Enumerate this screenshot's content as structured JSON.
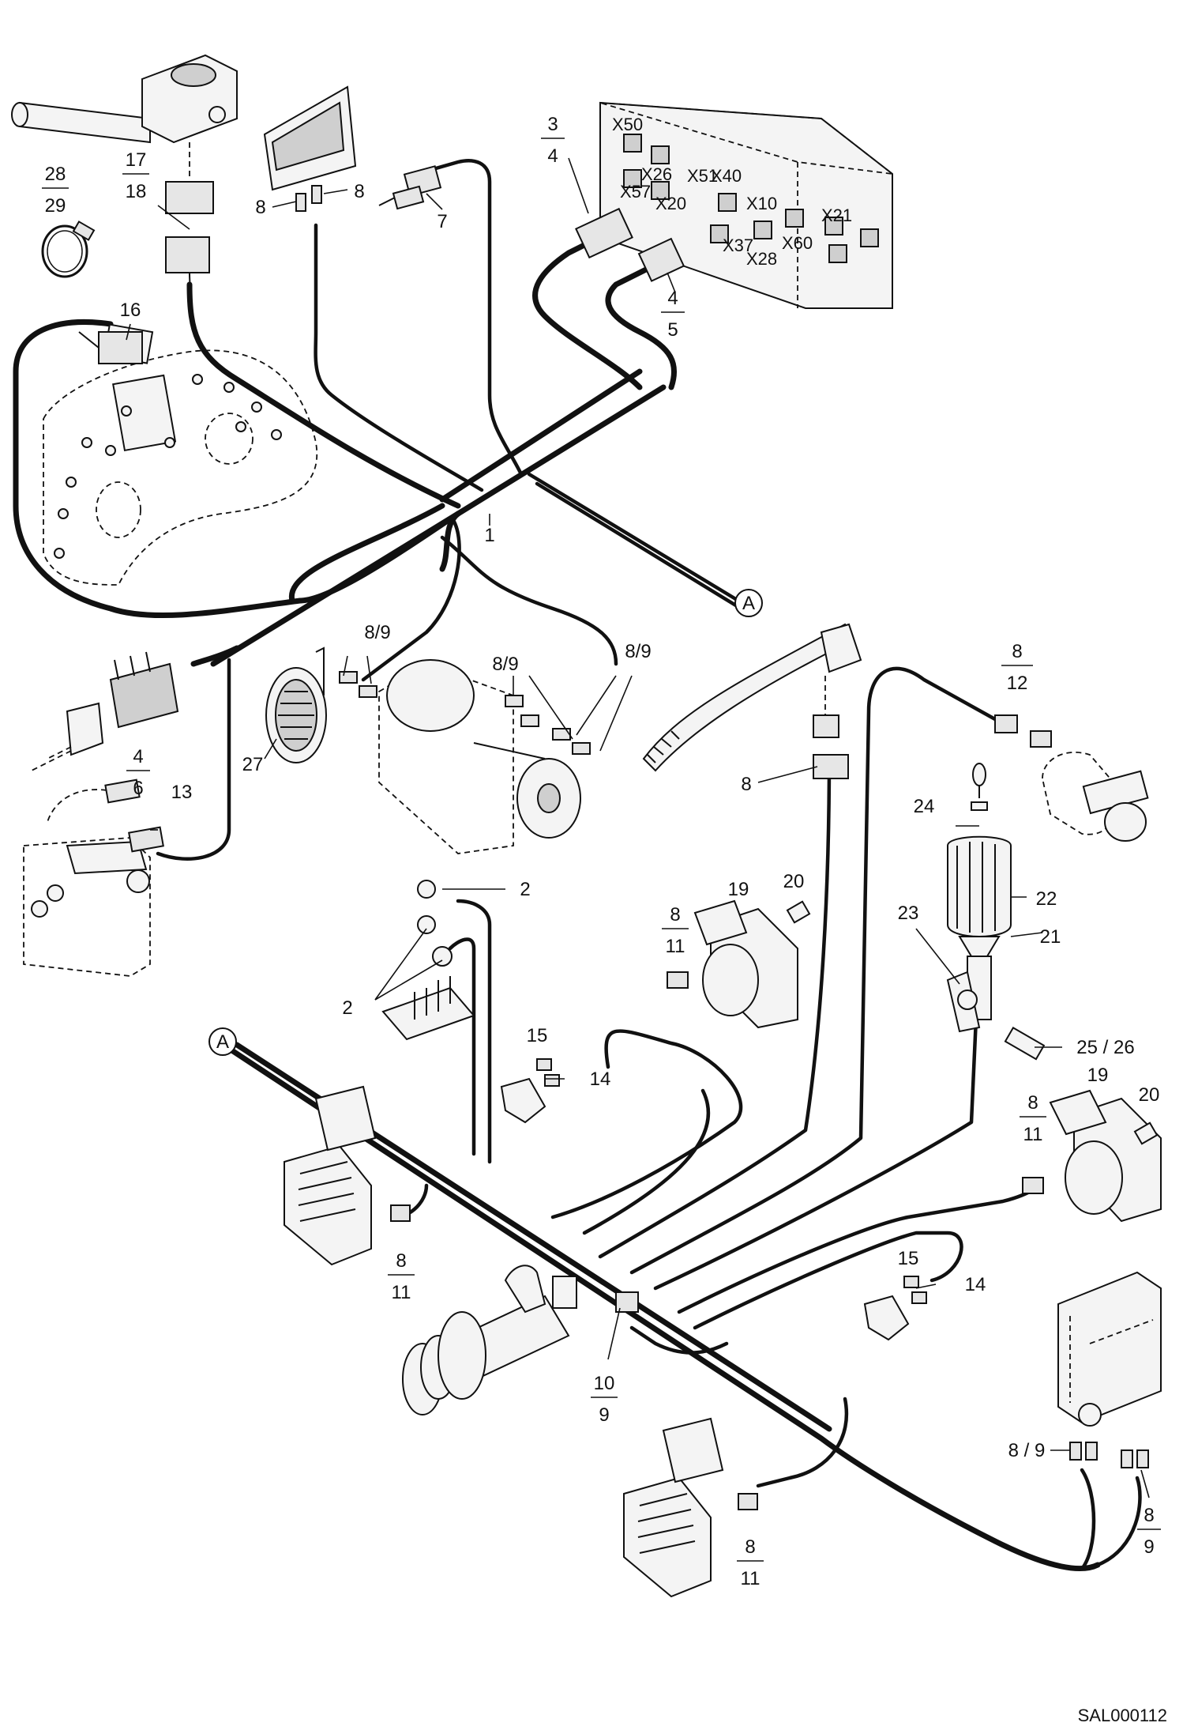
{
  "diagram": {
    "document_id": "SAL000112",
    "junction_label": "A",
    "callouts": [
      {
        "id": "c1",
        "text": "1"
      },
      {
        "id": "c3-4-top",
        "text": "3"
      },
      {
        "id": "c3-4-bot",
        "text": "4"
      },
      {
        "id": "c4-5-top",
        "text": "4"
      },
      {
        "id": "c4-5-bot",
        "text": "5"
      },
      {
        "id": "c4-6-top",
        "text": "4"
      },
      {
        "id": "c4-6-bot",
        "text": "6"
      },
      {
        "id": "c7",
        "text": "7"
      },
      {
        "id": "c8-left",
        "text": "8"
      },
      {
        "id": "c8-right",
        "text": "8"
      },
      {
        "id": "c8-lever",
        "text": "8"
      },
      {
        "id": "c8-12-top",
        "text": "8"
      },
      {
        "id": "c8-12-bot",
        "text": "12"
      },
      {
        "id": "c8-9-a",
        "text": "8/9"
      },
      {
        "id": "c8-9-b",
        "text": "8/9"
      },
      {
        "id": "c8-9-c",
        "text": "8/9"
      },
      {
        "id": "c8-11-a-top",
        "text": "8"
      },
      {
        "id": "c8-11-a-bot",
        "text": "11"
      },
      {
        "id": "c8-11-b-top",
        "text": "8"
      },
      {
        "id": "c8-11-b-bot",
        "text": "11"
      },
      {
        "id": "c8-11-c-top",
        "text": "8"
      },
      {
        "id": "c8-11-c-bot",
        "text": "11"
      },
      {
        "id": "c8-11-d-top",
        "text": "8"
      },
      {
        "id": "c8-11-d-bot",
        "text": "11"
      },
      {
        "id": "c8-9-tank",
        "text": "8 / 9"
      },
      {
        "id": "c8-9-br-top",
        "text": "8"
      },
      {
        "id": "c8-9-br-bot",
        "text": "9"
      },
      {
        "id": "c10-9-top",
        "text": "10"
      },
      {
        "id": "c10-9-bot",
        "text": "9"
      },
      {
        "id": "c13",
        "text": "13"
      },
      {
        "id": "c14-a",
        "text": "14"
      },
      {
        "id": "c14-b",
        "text": "14"
      },
      {
        "id": "c15-a",
        "text": "15"
      },
      {
        "id": "c15-b",
        "text": "15"
      },
      {
        "id": "c16",
        "text": "16"
      },
      {
        "id": "c17-18-top",
        "text": "17"
      },
      {
        "id": "c17-18-bot",
        "text": "18"
      },
      {
        "id": "c19-a",
        "text": "19"
      },
      {
        "id": "c19-b",
        "text": "19"
      },
      {
        "id": "c20-a",
        "text": "20"
      },
      {
        "id": "c20-b",
        "text": "20"
      },
      {
        "id": "c21",
        "text": "21"
      },
      {
        "id": "c22",
        "text": "22"
      },
      {
        "id": "c23",
        "text": "23"
      },
      {
        "id": "c24",
        "text": "24"
      },
      {
        "id": "c25-26",
        "text": "25  /  26"
      },
      {
        "id": "c27",
        "text": "27"
      },
      {
        "id": "c28-29-top",
        "text": "28"
      },
      {
        "id": "c28-29-bot",
        "text": "29"
      },
      {
        "id": "c2-a",
        "text": "2"
      },
      {
        "id": "c2-b",
        "text": "2"
      }
    ],
    "fusebox_markings": [
      "X50",
      "X26",
      "X57",
      "X51",
      "X20",
      "X40",
      "X10",
      "X37",
      "X28",
      "X60",
      "X21"
    ]
  }
}
